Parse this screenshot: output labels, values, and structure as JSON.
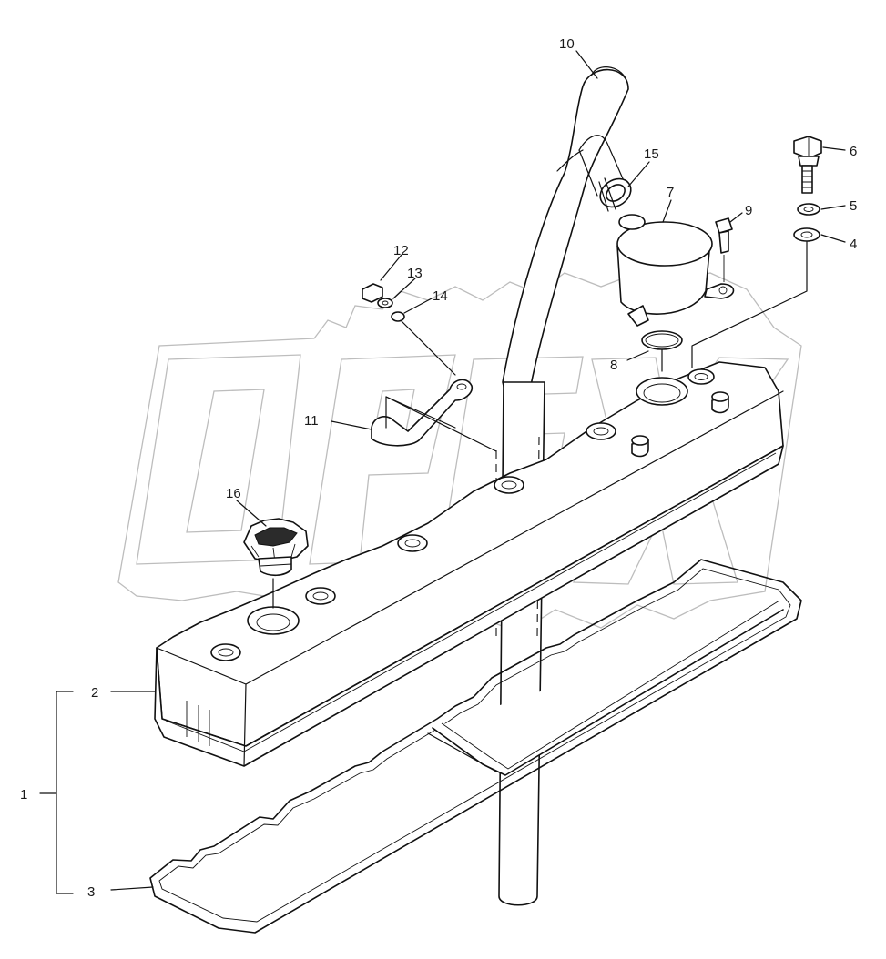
{
  "brand_mark": "",
  "watermark_text": "OPEX",
  "callouts": {
    "c1": "1",
    "c2": "2",
    "c3": "3",
    "c4": "4",
    "c5": "5",
    "c6": "6",
    "c7": "7",
    "c8": "8",
    "c9": "9",
    "c10": "10",
    "c11": "11",
    "c12": "12",
    "c13": "13",
    "c14": "14",
    "c15": "15",
    "c16": "16"
  },
  "parts": {
    "p1": "rocker cover assembly",
    "p2": "rocker cover",
    "p3": "gasket",
    "p4": "seal washer",
    "p5": "washer",
    "p6": "bolt",
    "p7": "breather canister",
    "p8": "o-ring",
    "p9": "bolt",
    "p10": "breather hose",
    "p11": "clip",
    "p12": "nut",
    "p13": "washer",
    "p14": "washer",
    "p15": "hose clamp",
    "p16": "oil filler cap"
  }
}
